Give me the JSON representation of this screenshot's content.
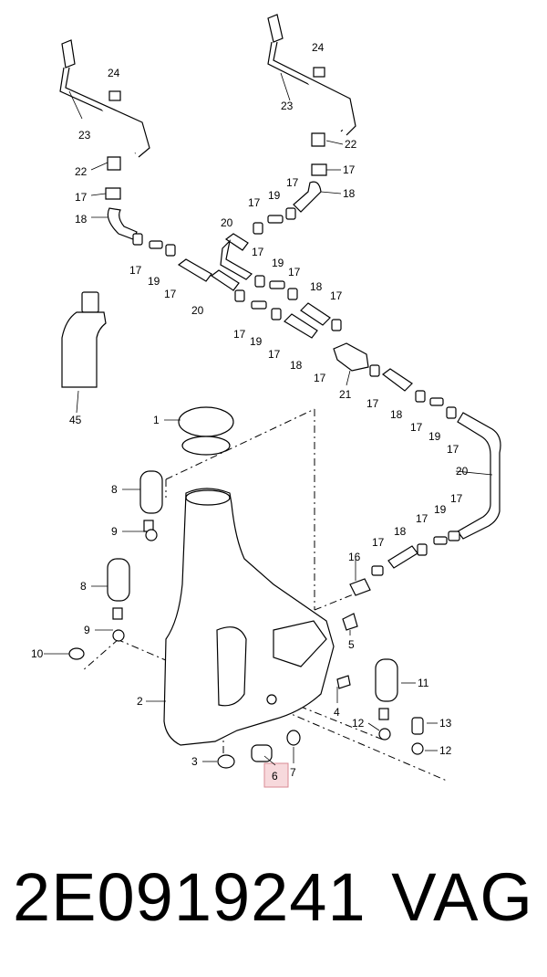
{
  "callouts": {
    "c1": "1",
    "c2": "2",
    "c3": "3",
    "c4": "4",
    "c5": "5",
    "c6": "6",
    "c7": "7",
    "c8a": "8",
    "c8b": "8",
    "c9a": "9",
    "c9b": "9",
    "c10": "10",
    "c11": "11",
    "c12a": "12",
    "c12b": "12",
    "c13": "13",
    "c16": "16",
    "c17": "17",
    "c18": "18",
    "c19": "19",
    "c20": "20",
    "c21": "21",
    "c22": "22",
    "c23": "23",
    "c24": "24",
    "c45": "45"
  },
  "footer": {
    "part_number": "2E0919241",
    "brand": "VAG"
  },
  "highlight_color": "#f7d9dc"
}
